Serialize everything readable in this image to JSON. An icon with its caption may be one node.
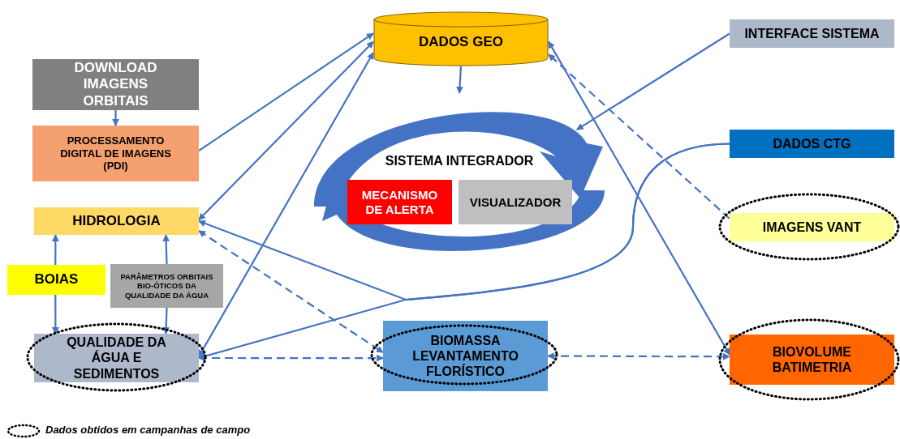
{
  "diagram": {
    "nodes": [
      {
        "text": [
          "DADOS GEO"
        ]
      },
      {
        "text": [
          "DOWNLOAD IMAGENS ORBITAIS"
        ]
      },
      {
        "text": [
          "PROCESSAMENTO DIGITAL DE IMAGENS (PDI)"
        ]
      },
      {
        "text": [
          "HIDROLOGIA"
        ]
      },
      {
        "text": [
          "BOIAS"
        ]
      },
      {
        "text": [
          "PARÂMETROS ORBITAIS BIO-ÓTICOS DA QUALIDADE DA ÁGUA"
        ]
      },
      {
        "text": [
          "QUALIDADE DA ÁGUA E SEDIMENTOS"
        ]
      },
      {
        "text": [
          "BIOMASSA LEVANTAMENTO FLORÍSTICO"
        ]
      },
      {
        "text": [
          "INTERFACE SISTEMA"
        ]
      },
      {
        "text": [
          "DADOS CTG"
        ]
      },
      {
        "text": [
          "IMAGENS VANT"
        ]
      },
      {
        "text": [
          "BIOVOLUME BATIMETRIA"
        ]
      },
      {
        "text": [
          "SISTEMA INTEGRADOR"
        ]
      },
      {
        "text": [
          "MECANISMO DE ALERTA"
        ]
      },
      {
        "text": [
          "VISUALIZADOR"
        ]
      }
    ],
    "edges": [
      {
        "from": 1,
        "to": 2,
        "arrow": "to"
      },
      {
        "from": 2,
        "to": 0,
        "arrow": "to"
      },
      {
        "from": 3,
        "to": 0,
        "arrow": "both"
      },
      {
        "from": 6,
        "to": 0,
        "arrow": "both"
      },
      {
        "from": 0,
        "to": 12,
        "arrow": "to"
      },
      {
        "from": 8,
        "to": 12,
        "arrow": "to"
      },
      {
        "from": 9,
        "to": 3,
        "arrow": "to"
      },
      {
        "from": 9,
        "to": 6,
        "arrow": "to"
      },
      {
        "from": 4,
        "to": 3,
        "arrow": "to"
      },
      {
        "from": 4,
        "to": 6,
        "arrow": "to"
      },
      {
        "from": 5,
        "to": 3,
        "arrow": "to"
      },
      {
        "from": 5,
        "to": 6,
        "arrow": "to"
      },
      {
        "from": 3,
        "to": 7,
        "arrow": "both",
        "style": "dashed"
      },
      {
        "from": 6,
        "to": 7,
        "arrow": "both",
        "style": "dashed"
      },
      {
        "from": 7,
        "to": 11,
        "arrow": "both",
        "style": "dashed"
      },
      {
        "from": 11,
        "to": 0,
        "arrow": "both"
      },
      {
        "from": 10,
        "to": 0,
        "arrow": "to",
        "style": "dashed"
      }
    ],
    "legend": [
      {
        "text": "Dados obtidos em campanhas de campo"
      }
    ]
  }
}
